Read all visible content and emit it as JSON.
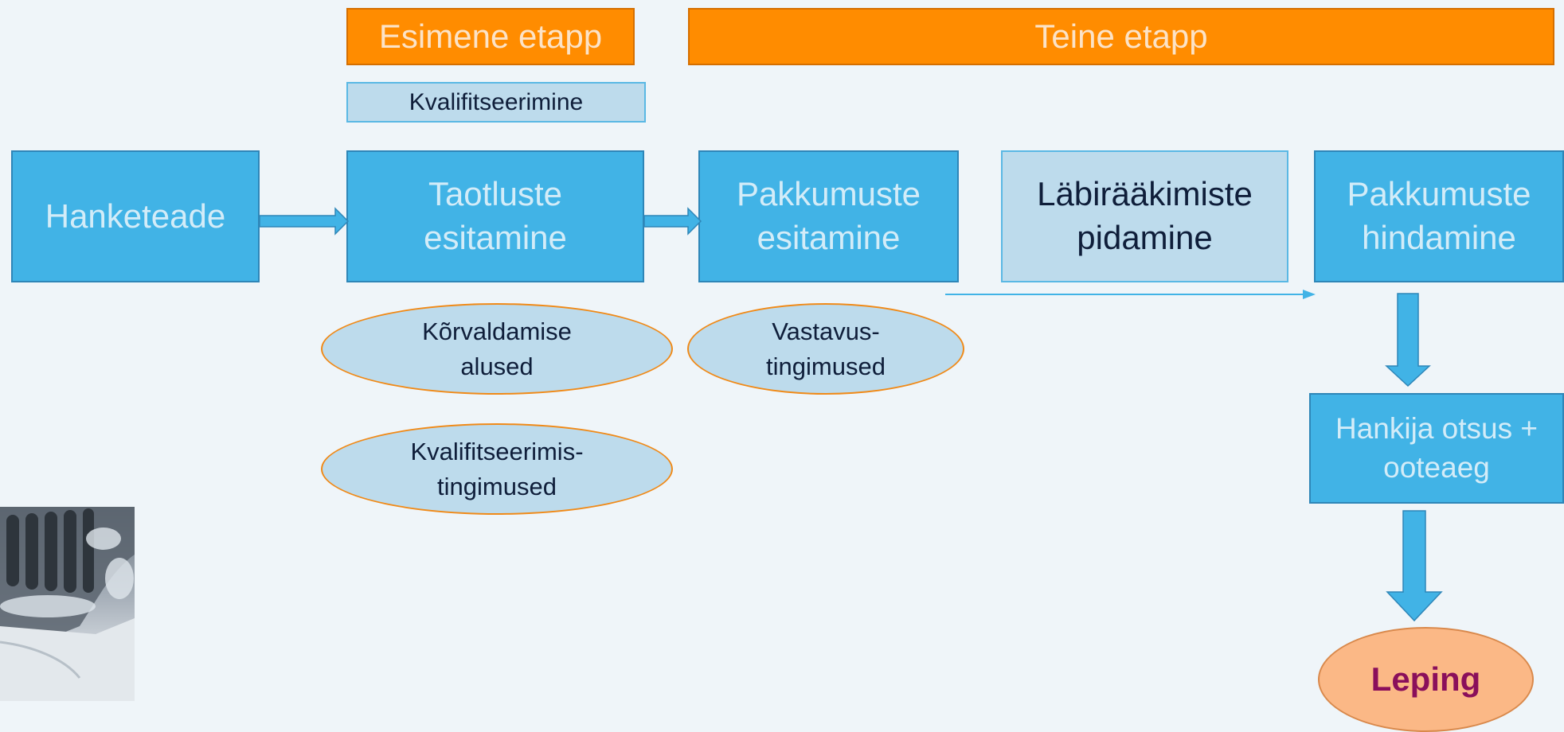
{
  "stages": {
    "first": "Esimene etapp",
    "second": "Teine etapp"
  },
  "qualification_label": "Kvalifitseerimine",
  "steps": {
    "notice": "Hanketeade",
    "applications": "Taotluste\nesitamine",
    "tenders": "Pakkumuste\nesitamine",
    "negotiations": "Läbirääkimiste\npidamine",
    "evaluation": "Pakkumuste\nhindamine",
    "decision": "Hankija otsus +\nooteaeg"
  },
  "conditions": {
    "exclusion": "Kõrvaldamise\nalused",
    "qualification": "Kvalifitseerimis-\ntingimused",
    "compliance": "Vastavus-\ntingimused"
  },
  "final": "Leping",
  "colors": {
    "background": "#eff5f9",
    "step_box": "#41b3e6",
    "light_box": "#bddbec",
    "stage_bar": "#ff8c00",
    "ellipse_border": "#f08a18",
    "final_fill": "#fbb886",
    "final_text": "#8a0f5b"
  }
}
